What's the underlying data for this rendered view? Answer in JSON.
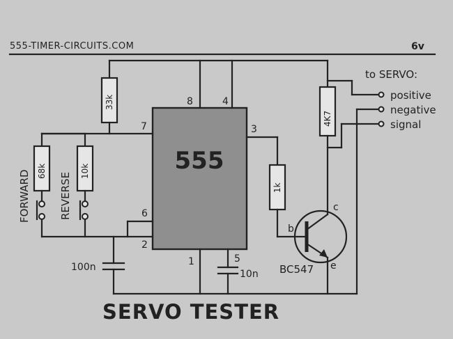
{
  "header": {
    "site": "555-TIMER-CIRCUITS.COM",
    "supply": "6v"
  },
  "title": "SERVO TESTER",
  "ic": {
    "name": "555",
    "pins": {
      "p1": "1",
      "p2": "2",
      "p3": "3",
      "p5": "5",
      "p6": "6",
      "p7": "7",
      "p8": "8",
      "p4": "4"
    }
  },
  "components": {
    "r_33k": "33k",
    "r_68k": "68k",
    "r_10k": "10k",
    "r_1k": "1k",
    "r_4k7": "4K7",
    "c_100n": "100n",
    "c_10n": "10n",
    "transistor": "BC547",
    "t_b": "b",
    "t_c": "c",
    "t_e": "e"
  },
  "switches": {
    "forward": "FORWARD",
    "reverse": "REVERSE"
  },
  "servo": {
    "heading": "to SERVO:",
    "positive": "positive",
    "negative": "negative",
    "signal": "signal"
  },
  "colors": {
    "background": "#c9c9c9",
    "ic_fill": "#8f8f8f",
    "ink": "#222222"
  }
}
